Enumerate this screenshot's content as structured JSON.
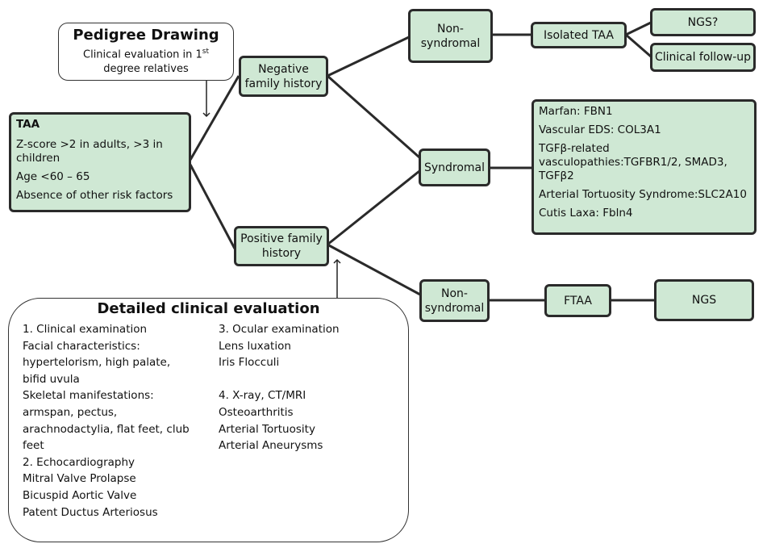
{
  "pedigree": {
    "title": "Pedigree Drawing",
    "line1": "Clinical evaluation in 1",
    "line1_sup": "st",
    "line2": "degree relatives"
  },
  "taa": {
    "title": "TAA",
    "criteria": [
      "Z-score >2 in adults, >3 in children",
      "Age <60 – 65",
      "Absence of other risk factors"
    ]
  },
  "neg_history": [
    "Negative",
    "family history"
  ],
  "pos_history": [
    "Positive family",
    "history"
  ],
  "nonsyn_top": [
    "Non-",
    "syndromal"
  ],
  "isolated_taa": "Isolated TAA",
  "ngs_q": "NGS?",
  "clin_followup": "Clinical follow-up",
  "syndromal": "Syndromal",
  "syndromes": [
    "Marfan: FBN1",
    "Vascular EDS: COL3A1",
    "TGFβ-related vasculopathies:TGFBR1/2, SMAD3, TGFβ2",
    "Arterial Tortuosity Syndrome:SLC2A10",
    "Cutis Laxa: Fbln4"
  ],
  "nonsyn_bottom": [
    "Non-",
    "syndromal"
  ],
  "ftaa": "FTAA",
  "ngs": "NGS",
  "evaluation": {
    "title": "Detailed clinical evaluation",
    "left": [
      "1. Clinical examination",
      "Facial characteristics:",
      "hypertelorism, high palate,",
      "bifid uvula",
      "Skeletal manifestations:",
      "armspan, pectus,",
      "arachnodactylia, flat feet, club",
      "feet",
      "2. Echocardiography",
      "Mitral Valve Prolapse",
      "Bicuspid Aortic Valve",
      "Patent Ductus Arteriosus"
    ],
    "right": [
      "3. Ocular examination",
      "Lens luxation",
      "Iris Flocculi",
      "",
      "4. X-ray, CT/MRI",
      "Osteoarthritis",
      "Arterial Tortuosity",
      "Arterial Aneurysms"
    ]
  }
}
